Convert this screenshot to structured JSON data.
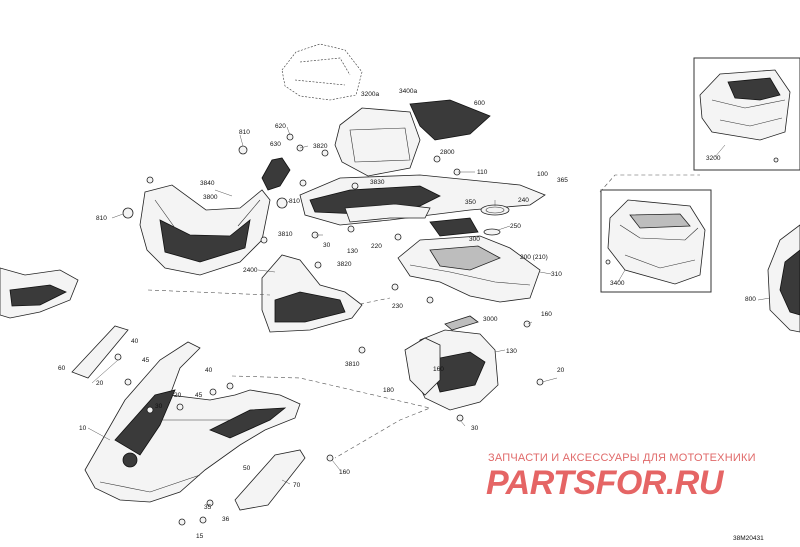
{
  "watermark": {
    "tagline": "ЗАПЧАСТИ И АКСЕССУАРЫ ДЛЯ МОТОТЕХНИКИ",
    "logo": "PARTSFOR.RU",
    "color": "#e56565"
  },
  "diagram_ref": "38M20431",
  "callouts": {
    "c3200a": "3200a",
    "c3400a": "3400a",
    "c600": "600",
    "c620": "620",
    "c630": "630",
    "c3820a": "3820",
    "c810a": "810",
    "c810b": "810",
    "c810c": "810",
    "c2800": "2800",
    "c110": "110",
    "c100": "100",
    "c365": "365",
    "c3840": "3840",
    "c3830": "3830",
    "c3800": "3800",
    "c350": "350",
    "c240": "240",
    "c250": "250",
    "c3810a": "3810",
    "c30a": "30",
    "c130a": "130",
    "c220": "220",
    "c300": "300",
    "c200": "200 (210)",
    "c2400": "2400",
    "c3820b": "3820",
    "c310": "310",
    "c230": "230",
    "c3000": "3000",
    "c160a": "160",
    "c3810b": "3810",
    "c130b": "130",
    "c160b": "160",
    "c180": "180",
    "c20a": "20",
    "c30b": "30",
    "c60": "60",
    "c40a": "40",
    "c45a": "45",
    "c20b": "20",
    "c10": "10",
    "c40b": "40",
    "c45b": "45",
    "c20c": "20",
    "c30c": "30",
    "c50": "50",
    "c160c": "160",
    "c70": "70",
    "c35": "35",
    "c36": "36",
    "c15": "15",
    "c3200b": "3200",
    "c3400b": "3400",
    "c800": "800"
  }
}
